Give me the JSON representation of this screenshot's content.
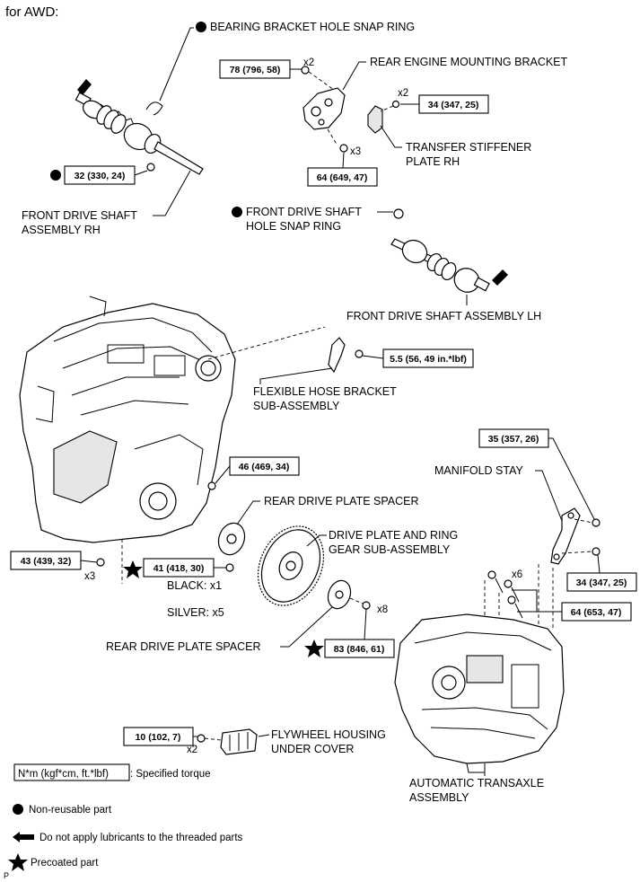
{
  "header": {
    "title": "for AWD:"
  },
  "labels": {
    "bearing_bracket_hole_snap_ring": "BEARING BRACKET HOLE SNAP RING",
    "rear_engine_mounting_bracket": "REAR ENGINE MOUNTING BRACKET",
    "transfer_stiffener_plate_line1": "TRANSFER STIFFENER",
    "transfer_stiffener_plate_line2": "PLATE RH",
    "front_drive_shaft_rh_line1": "FRONT DRIVE SHAFT",
    "front_drive_shaft_rh_line2": "ASSEMBLY RH",
    "front_drive_shaft_hole_snap_ring_line1": "FRONT DRIVE SHAFT",
    "front_drive_shaft_hole_snap_ring_line2": "HOLE SNAP RING",
    "front_drive_shaft_lh": "FRONT DRIVE SHAFT ASSEMBLY LH",
    "flexible_hose_bracket_line1": "FLEXIBLE HOSE BRACKET",
    "flexible_hose_bracket_line2": "SUB-ASSEMBLY",
    "manifold_stay": "MANIFOLD STAY",
    "rear_drive_plate_spacer_top": "REAR DRIVE PLATE SPACER",
    "drive_plate_line1": "DRIVE PLATE AND RING",
    "drive_plate_line2": "GEAR SUB-ASSEMBLY",
    "black_count": "BLACK: x1",
    "silver_count": "SILVER: x5",
    "rear_drive_plate_spacer_bottom": "REAR DRIVE PLATE SPACER",
    "flywheel_cover_line1": "FLYWHEEL HOUSING",
    "flywheel_cover_line2": "UNDER COVER",
    "transaxle_line1": "AUTOMATIC TRANSAXLE",
    "transaxle_line2": "ASSEMBLY",
    "page_marker": "P"
  },
  "torques": {
    "mount_bracket_left": "78 (796, 58)",
    "mount_bracket_right": "34 (347, 25)",
    "mount_bracket_bottom": "64 (649, 47)",
    "drive_shaft_rh": "32 (330, 24)",
    "hose_bracket": "5.5 (56, 49 in.*lbf)",
    "engine_46": "46 (469, 34)",
    "manifold_stay_top": "35 (357, 26)",
    "manifold_stay_34": "34 (347, 25)",
    "transaxle_64": "64 (653, 47)",
    "engine_43": "43 (439, 32)",
    "drive_plate_41": "41 (418, 30)",
    "spacer_83": "83 (846, 61)",
    "flywheel_10": "10 (102, 7)"
  },
  "counts": {
    "x2_mount": "x2",
    "x2_stiffener": "x2",
    "x3_mount": "x3",
    "x3_engine": "x3",
    "x6_transaxle": "x6",
    "x8_spacer": "x8",
    "x2_flywheel": "x2"
  },
  "legend": {
    "torque_box": "N*m (kgf*cm, ft.*lbf)",
    "torque_desc": ": Specified torque",
    "non_reusable": "Non-reusable part",
    "no_lubricant": "Do not apply lubricants to the threaded parts",
    "precoated": "Precoated part"
  }
}
